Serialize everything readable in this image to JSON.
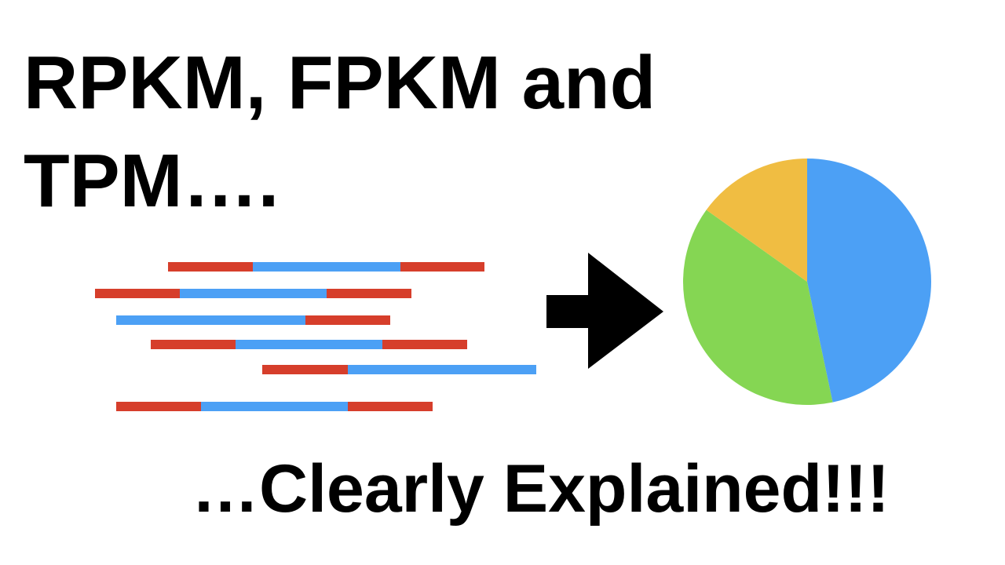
{
  "title": {
    "line1": "RPKM, FPKM and",
    "line2": "TPM…."
  },
  "subtitle": "…Clearly Explained!!!",
  "colors": {
    "read_adapter": "#d63e2b",
    "read_insert": "#4ca0f5",
    "arrow": "#000000",
    "pie_blue": "#4ca0f5",
    "pie_green": "#85d653",
    "pie_yellow": "#f0bd42"
  },
  "icons": {
    "arrow": "right-arrow-icon",
    "pie": "pie-chart-icon"
  },
  "pie_slices": [
    {
      "name": "blue",
      "fraction": 0.467,
      "color": "#4ca0f5"
    },
    {
      "name": "green",
      "fraction": 0.382,
      "color": "#85d653"
    },
    {
      "name": "yellow",
      "fraction": 0.151,
      "color": "#f0bd42"
    }
  ]
}
